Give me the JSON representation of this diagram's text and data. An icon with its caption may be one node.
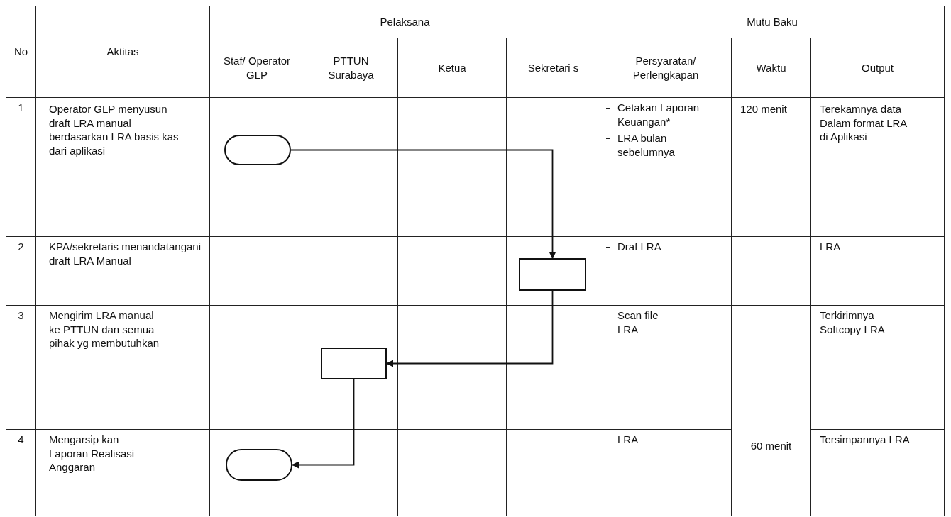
{
  "diagram": {
    "nodes": [
      {
        "text": [],
        "shape": "terminator"
      },
      {
        "text": [],
        "shape": "box"
      },
      {
        "text": [],
        "shape": "box"
      },
      {
        "text": [],
        "shape": "terminator"
      }
    ],
    "edges": [
      {
        "from": 0,
        "to": 1,
        "arrow": "to"
      },
      {
        "from": 1,
        "to": 2,
        "arrow": "to"
      },
      {
        "from": 2,
        "to": 3,
        "arrow": "to"
      }
    ],
    "labels": [
      "No",
      "Aktitas",
      "Pelaksana",
      "Mutu Baku",
      "Staf/ Operator GLP",
      "PTTUN Surabaya",
      "Ketua",
      "Sekretari s",
      "Persyaratan/ Perlengkapan",
      "Waktu",
      "Output",
      "1",
      "Operator GLP menyusun draft LRA manual berdasarkan LRA basis kas dari aplikasi",
      "Cetakan Laporan Keuangan*",
      "LRA bulan sebelumnya",
      "120 menit",
      "Terekamnya data Dalam format LRA di Aplikasi",
      "2",
      "KPA/sekretaris menandatangani draft LRA Manual",
      "Draf LRA",
      "LRA",
      "3",
      "Mengirim LRA manual ke PTTUN dan semua pihak yg membutuhkan",
      "Scan file LRA",
      "Terkirimnya Softcopy LRA",
      "4",
      "Mengarsip kan Laporan Realisasi Anggaran",
      "LRA",
      "60 menit",
      "Tersimpannya LRA"
    ]
  }
}
